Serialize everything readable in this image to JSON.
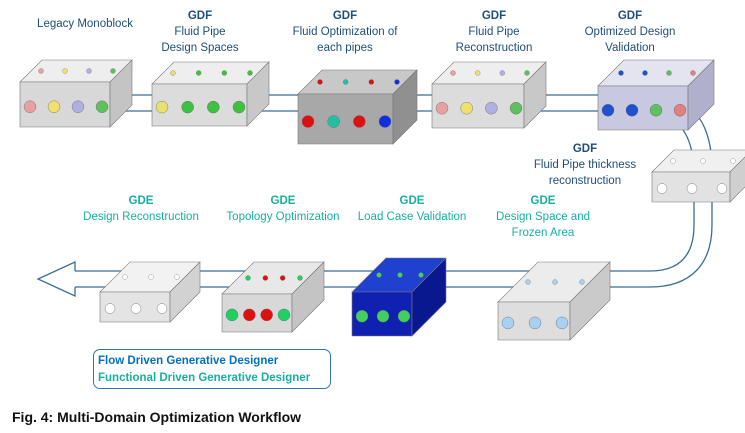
{
  "colors": {
    "gdf": "#1f4e79",
    "gde": "#17b0a0",
    "track": "#3a6e96",
    "legend_line1": "#0070c0"
  },
  "steps_top": [
    {
      "tag": "",
      "title": "Legacy  Monoblock",
      "title2": ""
    },
    {
      "tag": "GDF",
      "title": "Fluid Pipe",
      "title2": "Design Spaces"
    },
    {
      "tag": "GDF",
      "title": "Fluid Optimization  of",
      "title2": "each pipes"
    },
    {
      "tag": "GDF",
      "title": "Fluid Pipe",
      "title2": "Reconstruction"
    },
    {
      "tag": "GDF",
      "title": "Optimized  Design",
      "title2": "Validation"
    },
    {
      "tag": "GDF",
      "title": "Fluid Pipe thickness",
      "title2": "reconstruction"
    }
  ],
  "steps_bottom": [
    {
      "tag": "GDE",
      "title": "Design  Reconstruction",
      "title2": ""
    },
    {
      "tag": "GDE",
      "title": "Topology Optimization",
      "title2": ""
    },
    {
      "tag": "GDE",
      "title": "Load Case Validation",
      "title2": ""
    },
    {
      "tag": "GDE",
      "title": "Design Space and",
      "title2": "Frozen Area"
    }
  ],
  "legend": {
    "line1": "Flow Driven  Generative  Designer",
    "line2": "Functional  Driven  Generative  Designer"
  },
  "caption": "Fig. 4: Multi-Domain Optimization Workflow"
}
